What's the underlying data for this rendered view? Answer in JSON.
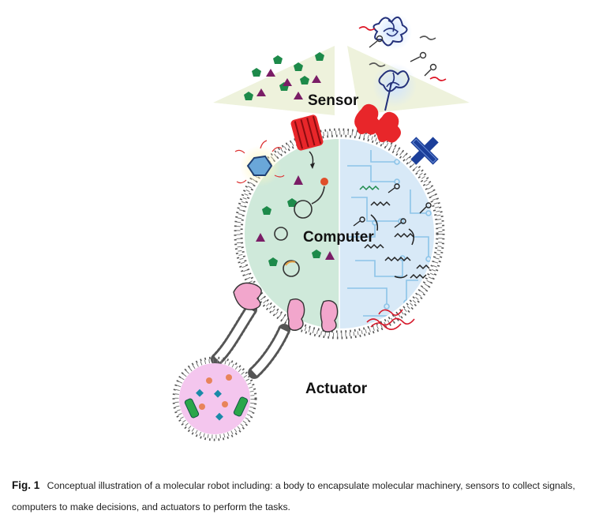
{
  "labels": {
    "sensor": "Sensor",
    "computer": "Computer",
    "actuator": "Actuator"
  },
  "caption": {
    "figure_number": "Fig. 1",
    "text": "Conceptual illustration of a molecular robot including: a body to encapsulate molecular machinery, sensors to collect signals, computers to make decisions, and actuators to perform the tasks."
  },
  "colors": {
    "computer_left": "#cfe9da",
    "computer_right": "#d8e9f7",
    "circuit": "#8cc4e8",
    "vesicle": "#f4c6ee",
    "cone": "#eef2dc",
    "sensor_protein": "#e8262a",
    "x_protein": "#1c3f9a",
    "pentagon": "#1d8a4a",
    "triangle": "#7a1d66",
    "membrane_head": "#ffffff",
    "membrane_outline": "#555555"
  },
  "icons": [
    "membrane-bilayer",
    "channel-protein",
    "receptor-protein",
    "dna-origami-cross",
    "virus-particle",
    "dna-strand",
    "hairpin",
    "kinesin-motor",
    "gramicidin-actuator"
  ]
}
